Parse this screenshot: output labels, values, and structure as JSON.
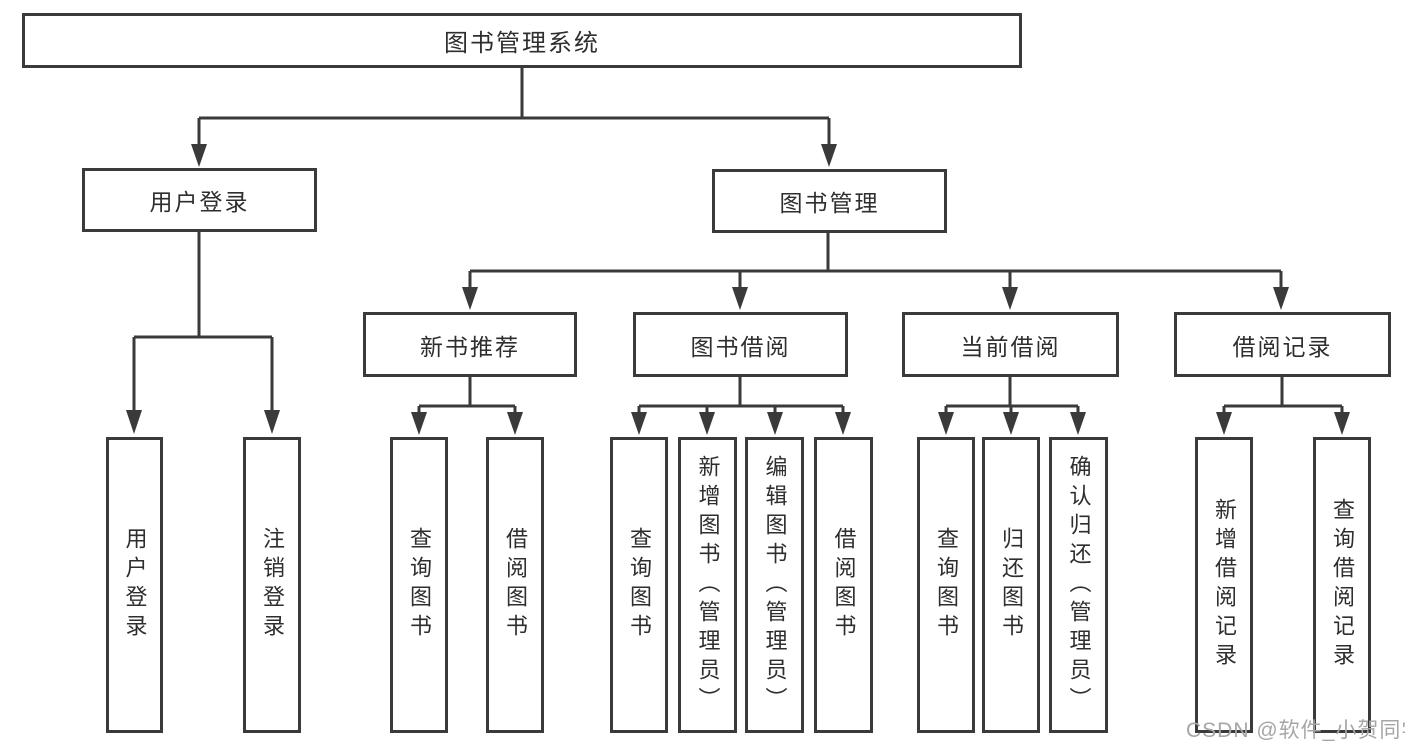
{
  "colors": {
    "line": "#3a3a3a",
    "text": "#2e2e2e",
    "watermark": "#a6a6a6",
    "background": "#ffffff"
  },
  "diagram": {
    "root": {
      "label": "图书管理系统"
    },
    "level2": [
      {
        "label": "用户登录"
      },
      {
        "label": "图书管理"
      }
    ],
    "level3": [
      {
        "label": "新书推荐"
      },
      {
        "label": "图书借阅"
      },
      {
        "label": "当前借阅"
      },
      {
        "label": "借阅记录"
      }
    ],
    "leaves": {
      "user_login": [
        "用户登录",
        "注销登录"
      ],
      "new_book_recommend": [
        "查询图书",
        "借阅图书"
      ],
      "book_borrow": [
        "查询图书",
        "新增图书（管理员）",
        "编辑图书（管理员）",
        "借阅图书"
      ],
      "current_borrow": [
        "查询图书",
        "归还图书",
        "确认归还（管理员）"
      ],
      "borrow_records": [
        "新增借阅记录",
        "查询借阅记录"
      ]
    }
  },
  "watermark": {
    "text": "CSDN @软件_小贺同学"
  }
}
